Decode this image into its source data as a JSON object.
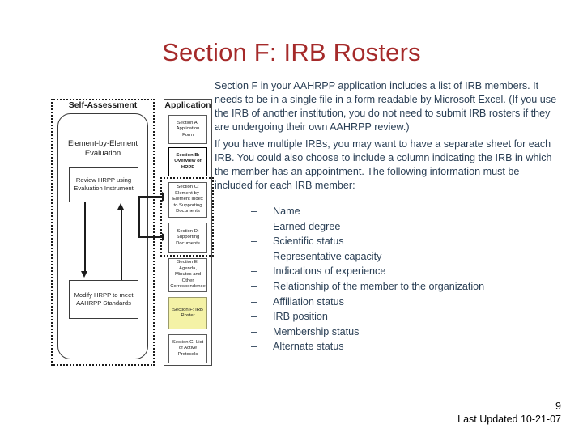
{
  "slide": {
    "title": "Section F: IRB Rosters",
    "title_color": "#a52a2a",
    "body_color": "#2a3f55"
  },
  "body": {
    "paragraph_1": "Section F in your AAHRPP application includes a list of IRB members.  It needs to be in a single file in a form readable by Microsoft Excel.  (If you use the IRB of another institution, you do not need to submit IRB rosters if they are undergoing their own AAHRPP review.)",
    "paragraph_2": "If you have multiple IRBs, you may want to have a separate sheet for each IRB.  You could also choose to include a column indicating the IRB in which the member has an appointment. The following information must be included for each IRB member:",
    "bullet_dash": "–",
    "bullets": [
      "Name",
      "Earned degree",
      "Scientific status",
      "Representative capacity",
      "Indications of experience",
      "Relationship of the member to the organization",
      "Affiliation status",
      "IRB position",
      "Membership status",
      "Alternate status"
    ]
  },
  "diagram": {
    "self_assessment_title": "Self-Assessment",
    "evaluation_label": "Element-by-Element Evaluation",
    "review_box": "Review HRPP using Evaluation Instrument",
    "modify_box": "Modify HRPP to meet AAHRPP Standards",
    "application_title": "Application",
    "highlight_color": "#f4f2a6",
    "sections": [
      {
        "key": "a",
        "label": "Section A: Application Form"
      },
      {
        "key": "b",
        "label": "Section B: Overview of HRPP"
      },
      {
        "key": "c",
        "label": "Section C: Element-by-Element Index to Supporting Documents"
      },
      {
        "key": "d",
        "label": "Section D: Supporting Documents"
      },
      {
        "key": "e",
        "label": "Section E: Agenda, Minutes and Other Correspondence"
      },
      {
        "key": "f",
        "label": "Section F: IRB Roster"
      },
      {
        "key": "g",
        "label": "Section G: List of Active Protocols"
      }
    ]
  },
  "footer": {
    "page_number": "9",
    "last_updated": "Last Updated 10-21-07"
  }
}
